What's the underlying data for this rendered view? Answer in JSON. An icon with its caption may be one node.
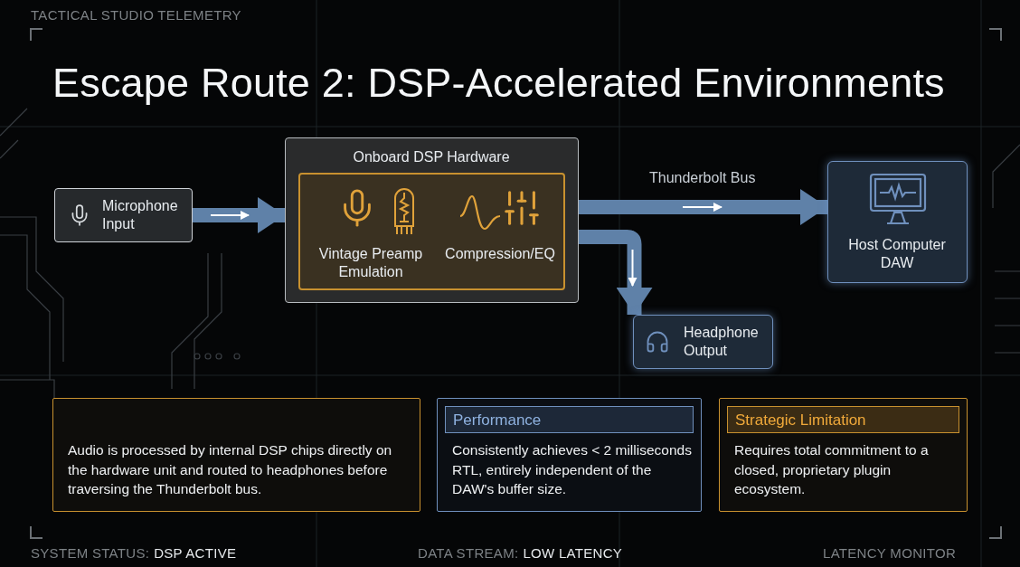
{
  "diagram": {
    "title": "Escape Route 2: DSP-Accelerated Environments",
    "nodes": [
      {
        "text": [
          "Microphone Input"
        ]
      },
      {
        "text": [
          "Onboard DSP Hardware",
          "Vintage Preamp Emulation",
          "Compression/EQ"
        ]
      },
      {
        "text": [
          "Host Computer DAW"
        ]
      },
      {
        "text": [
          "Headphone Output"
        ]
      },
      {
        "text": [
          "Audio is processed by internal DSP chips directly on the hardware unit and routed to headphones before traversing the Thunderbolt bus."
        ]
      },
      {
        "text": [
          "Performance",
          "Consistently achieves < 2 milliseconds RTL, entirely independent of the DAW's buffer size."
        ]
      },
      {
        "text": [
          "Strategic Limitation",
          "Requires total commitment to a closed, proprietary plugin ecosystem."
        ]
      }
    ],
    "edges": [
      {
        "from": 0,
        "to": 1,
        "arrow": "to"
      },
      {
        "from": 1,
        "to": 2,
        "arrow": "to",
        "label": "Thunderbolt Bus"
      },
      {
        "from": 1,
        "to": 3,
        "arrow": "to"
      }
    ],
    "labels": [
      "TACTICAL STUDIO TELEMETRY",
      "SYSTEM STATUS:",
      "DSP ACTIVE",
      "DATA STREAM:",
      "LOW LATENCY",
      "LATENCY MONITOR"
    ]
  }
}
